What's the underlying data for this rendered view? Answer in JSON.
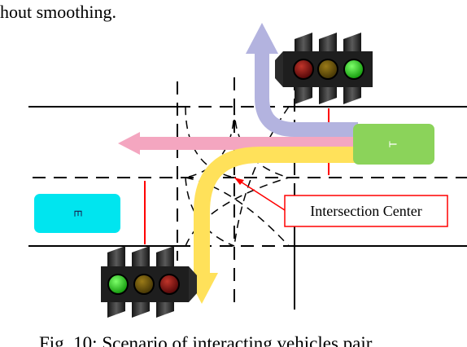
{
  "header_fragment": "hout smoothing.",
  "callout_label": "Intersection Center",
  "caption_fragment": "Fig. 10: Scenario of interacting vehicles pair",
  "vehicles": {
    "top": {
      "label": "T",
      "color": "#8bd35a"
    },
    "east": {
      "label": "E",
      "color": "#00e5ef"
    }
  },
  "paths": {
    "top_left_turn": "#b3b3df",
    "top_straight": "#f4a6c0",
    "top_right_turn": "#ffe15a"
  },
  "traffic_lights": {
    "upper_right": [
      "red",
      "yellow",
      "green"
    ],
    "lower_left": [
      "green",
      "yellow",
      "red"
    ]
  },
  "colors": {
    "callout": "#ff0000",
    "stop_line": "#ff0000"
  }
}
